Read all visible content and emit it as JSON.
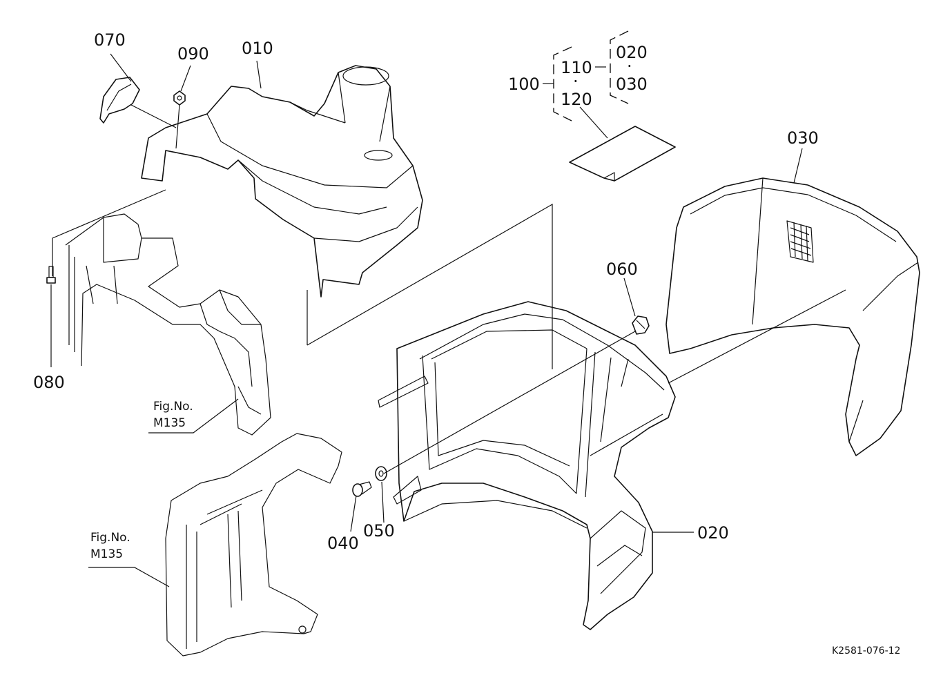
{
  "labels": {
    "p010": "010",
    "p020": "020",
    "p030": "030",
    "p040": "040",
    "p050": "050",
    "p060": "060",
    "p070": "070",
    "p080": "080",
    "p090": "090",
    "p100": "100",
    "p110": "110",
    "p120": "120",
    "set_020": "020",
    "set_030": "030",
    "dot": "·"
  },
  "fig_refs": [
    {
      "line1": "Fig.No.",
      "line2": "M135"
    },
    {
      "line1": "Fig.No.",
      "line2": "M135"
    }
  ],
  "diagram_code": "K2581-076-12"
}
